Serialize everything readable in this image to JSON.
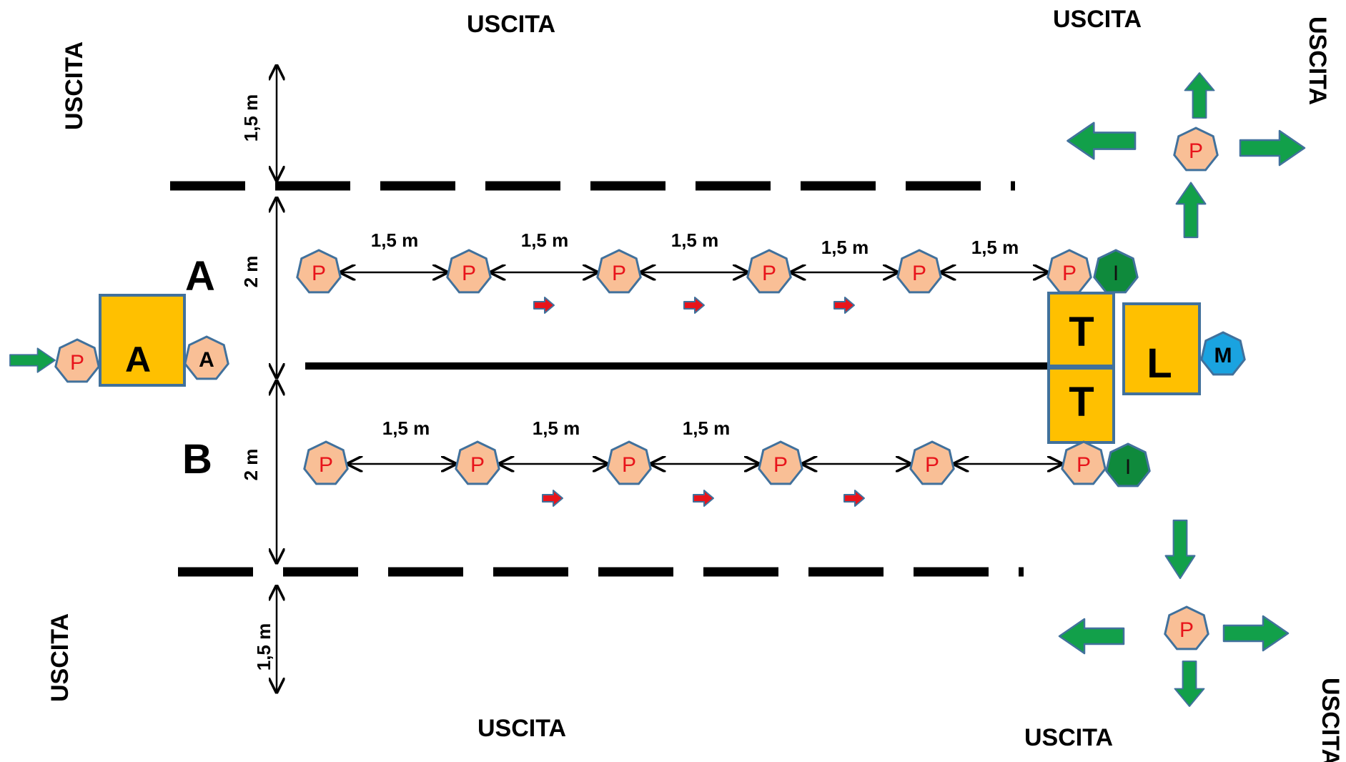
{
  "exits": {
    "top_center": "USCITA",
    "top_right": "USCITA",
    "right_top_vertical": "USCITA",
    "left_top_vertical": "USCITA",
    "left_bottom_vertical": "USCITA",
    "bottom_center": "USCITA",
    "bottom_right": "USCITA",
    "right_bottom_vertical": "USCITA"
  },
  "dimensions": {
    "top_margin": "1,5 m",
    "lane_a_width": "2 m",
    "lane_b_width": "2 m",
    "bottom_margin": "1,5 m",
    "spacing_a": [
      "1,5 m",
      "1,5 m",
      "1,5 m",
      "1,5 m",
      "1,5 m"
    ],
    "spacing_b": [
      "1,5 m",
      "1,5 m",
      "1,5 m"
    ]
  },
  "lanes": {
    "a_label": "A",
    "b_label": "B"
  },
  "stations": {
    "entry_box": "A",
    "entry_person": "P",
    "entry_attendant": "A",
    "table": "T",
    "l_box": "L",
    "m_marker": "M",
    "i_marker": "I",
    "person": "P"
  },
  "colors": {
    "person_fill": "#f9bf96",
    "station_fill": "#ffc000",
    "shape_stroke": "#41719c",
    "i_fill": "#0f8a3c",
    "m_fill": "#1aa3e0",
    "exit_arrow": "#12a04a",
    "flow_arrow": "#e8141b"
  }
}
